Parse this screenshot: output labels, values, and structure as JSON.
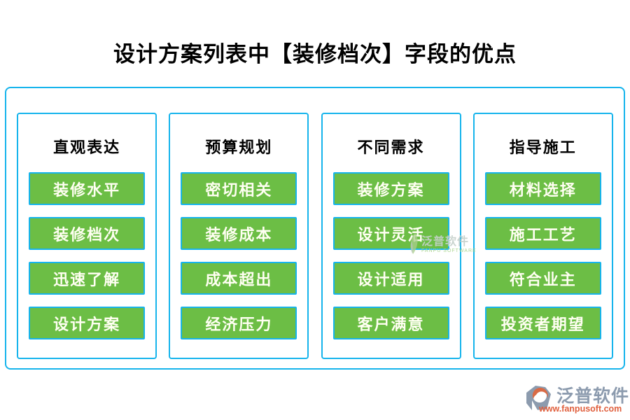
{
  "title": "设计方案列表中【装修档次】字段的优点",
  "columns": [
    {
      "header": "直观表达",
      "items": [
        "装修水平",
        "装修档次",
        "迅速了解",
        "设计方案"
      ]
    },
    {
      "header": "预算规划",
      "items": [
        "密切相关",
        "装修成本",
        "成本超出",
        "经济压力"
      ]
    },
    {
      "header": "不同需求",
      "items": [
        "装修方案",
        "设计灵活",
        "设计适用",
        "客户满意"
      ]
    },
    {
      "header": "指导施工",
      "items": [
        "材料选择",
        "施工工艺",
        "符合业主",
        "投资者期望"
      ]
    }
  ],
  "watermark": {
    "name": "泛普软件",
    "subtitle": "FANPU SOFTWARE"
  },
  "footer": {
    "name": "泛普软件",
    "url": "www.fanpusoft.com"
  },
  "colors": {
    "accent_cyan": "#16b4ec",
    "button_green": "#6cbe45",
    "title_text": "#000000",
    "button_text": "#fffff2",
    "logo_gray_blue": "#8c9bae",
    "logo_orange": "#e0603e"
  }
}
